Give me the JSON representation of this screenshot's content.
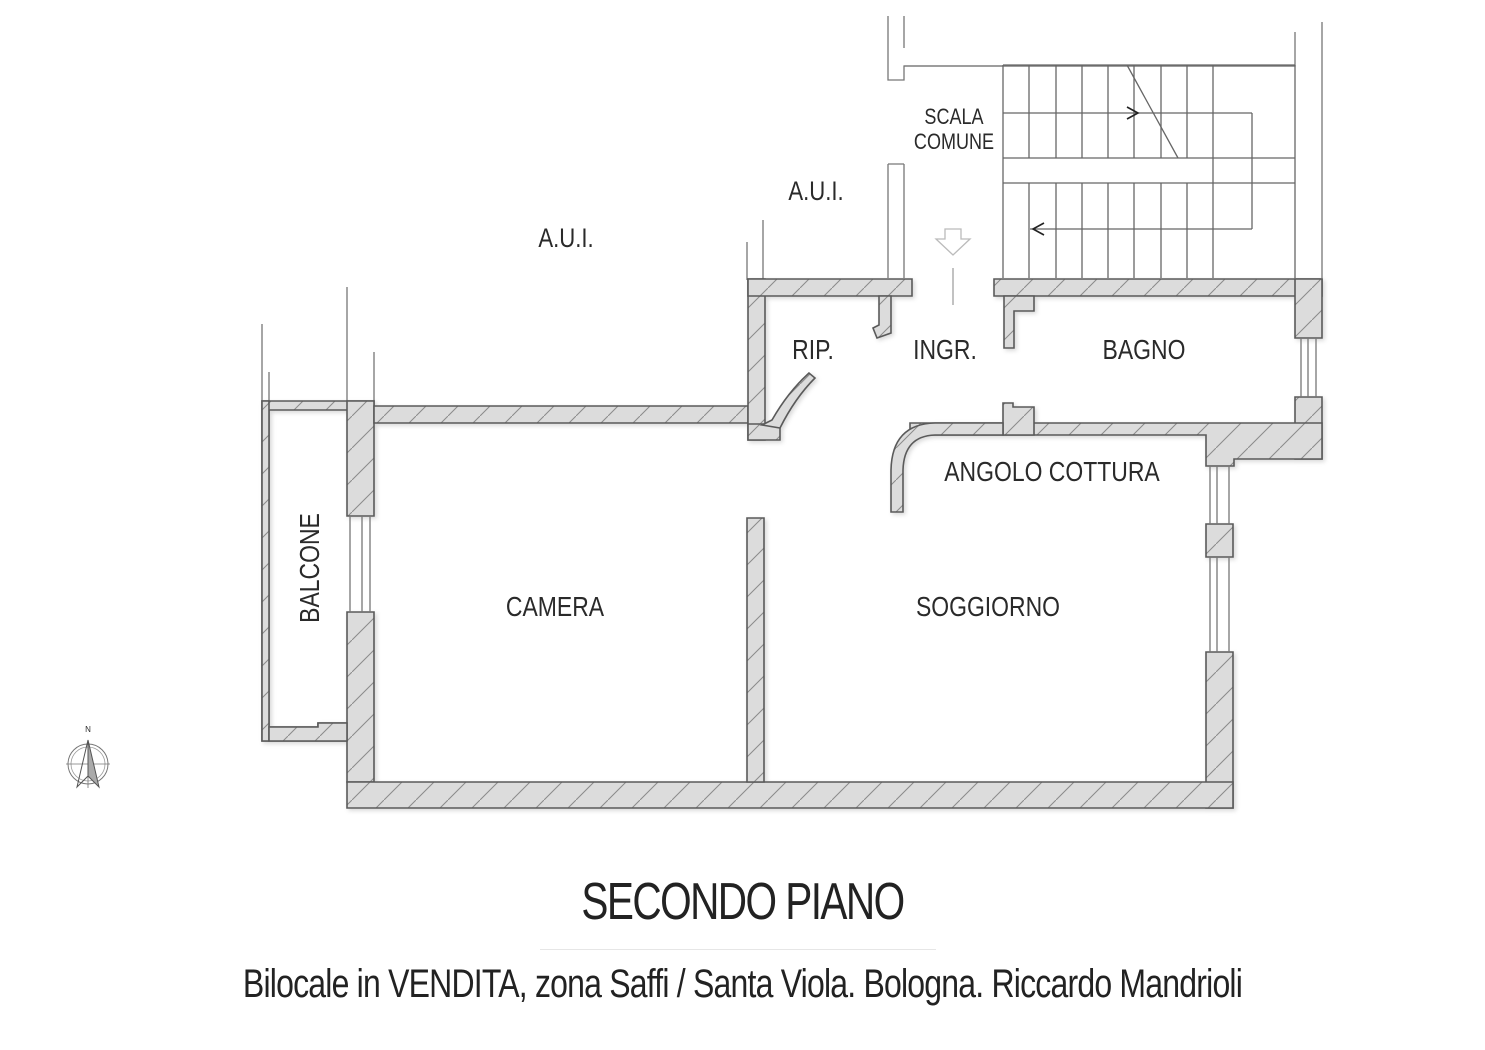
{
  "plan": {
    "rooms": [
      {
        "id": "scala",
        "label_lines": [
          "SCALA",
          "COMUNE"
        ]
      },
      {
        "id": "aui_left",
        "label": "A.U.I."
      },
      {
        "id": "aui_mid",
        "label": "A.U.I."
      },
      {
        "id": "rip",
        "label": "RIP."
      },
      {
        "id": "ingr",
        "label": "INGR."
      },
      {
        "id": "bagno",
        "label": "BAGNO"
      },
      {
        "id": "angolo",
        "label": "ANGOLO COTTURA"
      },
      {
        "id": "balcone",
        "label": "BALCONE"
      },
      {
        "id": "camera",
        "label": "CAMERA"
      },
      {
        "id": "soggiorno",
        "label": "SOGGIORNO"
      }
    ],
    "compass": {
      "label": "N"
    },
    "entrance_arrow": "entrance-arrow-down"
  },
  "caption": {
    "title": "SECONDO PIANO",
    "subtitle": "Bilocale in VENDITA, zona Saffi / Santa Viola. Bologna. Riccardo Mandrioli"
  },
  "colors": {
    "wall_fill": "#dcdcdc",
    "wall_stroke": "#5a5a5a",
    "text": "#2a2a2a"
  }
}
